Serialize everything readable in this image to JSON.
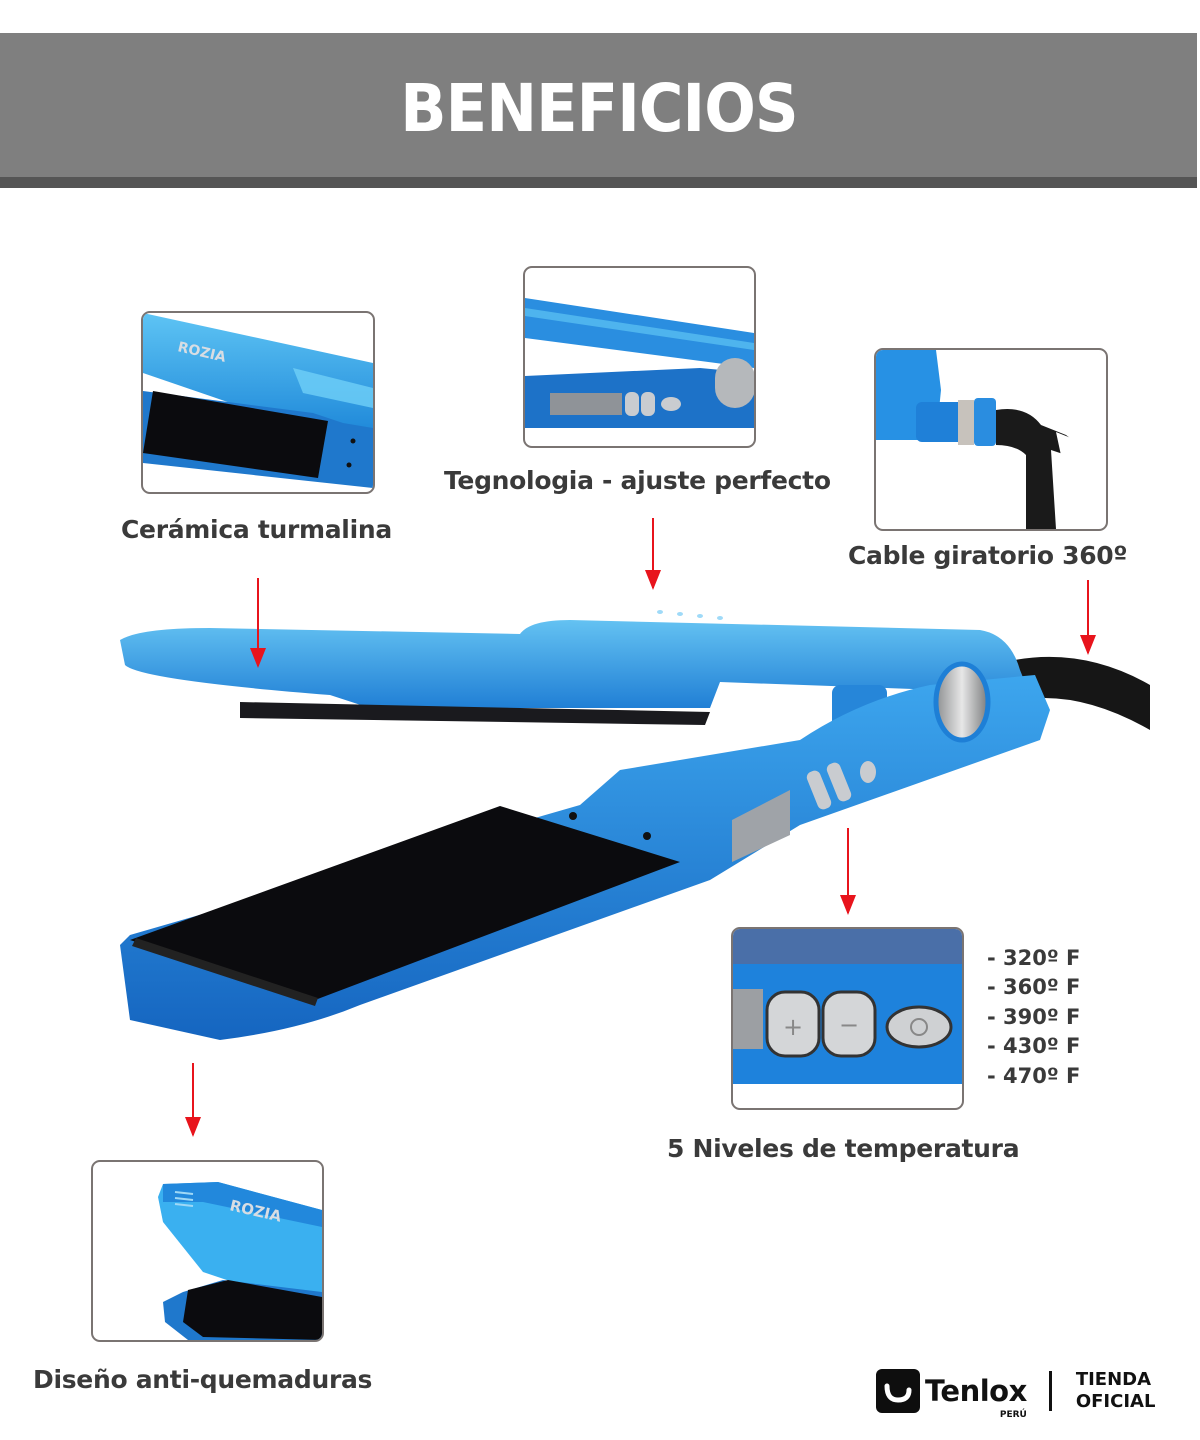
{
  "header": {
    "title": "BENEFICIOS",
    "background_color": "#7f7f7f",
    "strip_color": "#555555"
  },
  "features": [
    {
      "id": "ceramica",
      "label": "Cerámica turmalina",
      "thumb_brand_text": "ROZIA"
    },
    {
      "id": "tecnologia",
      "label": "Tegnologia - ajuste perfecto"
    },
    {
      "id": "cable",
      "label": "Cable giratorio 360º"
    },
    {
      "id": "temperatura",
      "label": "5 Niveles de temperatura",
      "levels": [
        "- 320º F",
        "- 360º F",
        "- 390º F",
        "- 430º F",
        "- 470º F"
      ],
      "buttons": [
        "+",
        "−",
        "power"
      ]
    },
    {
      "id": "antiquemaduras",
      "label": "Diseño anti-quemaduras",
      "thumb_brand_text": "ROZIA"
    }
  ],
  "product": {
    "name": "ROZIA hair straightener",
    "body_color": "#1e7fd6",
    "plate_color": "#111111"
  },
  "arrows": {
    "color": "#e8141c"
  },
  "brand": {
    "name": "Tenlox",
    "country": "PERÚ",
    "tagline_line1": "TIENDA",
    "tagline_line2": "OFICIAL"
  }
}
